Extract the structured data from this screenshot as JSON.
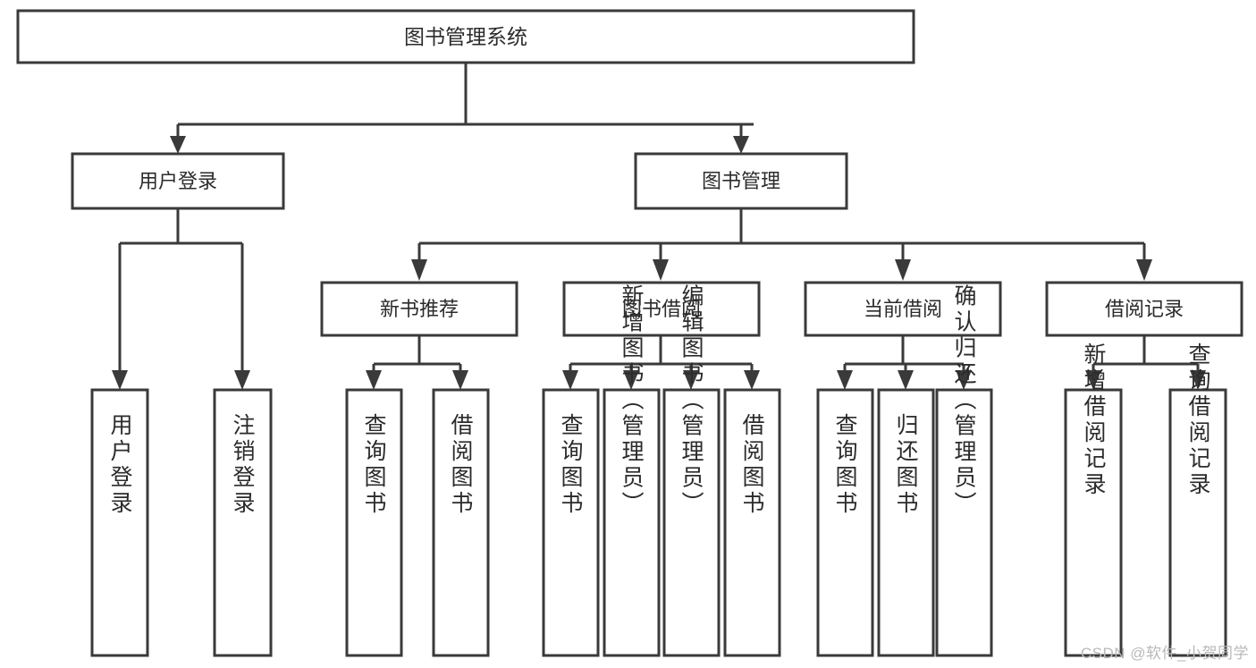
{
  "diagram": {
    "type": "tree",
    "title": "图书管理系统",
    "root": {
      "id": "root",
      "label": "图书管理系统"
    },
    "level2": [
      {
        "id": "user-login",
        "label": "用户登录"
      },
      {
        "id": "book-management",
        "label": "图书管理"
      }
    ],
    "level3": [
      {
        "id": "new-book-recommend",
        "label": "新书推荐",
        "parent": "book-management"
      },
      {
        "id": "book-borrow",
        "label": "图书借阅",
        "parent": "book-management"
      },
      {
        "id": "current-borrow",
        "label": "当前借阅",
        "parent": "book-management"
      },
      {
        "id": "borrow-record",
        "label": "借阅记录",
        "parent": "book-management"
      }
    ],
    "leaves": [
      {
        "id": "leaf-user-login",
        "label": "用户登录",
        "parent": "user-login"
      },
      {
        "id": "leaf-logout-login",
        "label": "注销登录",
        "parent": "user-login"
      },
      {
        "id": "leaf-query-book-1",
        "label": "查询图书",
        "parent": "new-book-recommend"
      },
      {
        "id": "leaf-borrow-book-1",
        "label": "借阅图书",
        "parent": "new-book-recommend"
      },
      {
        "id": "leaf-query-book-2",
        "label": "查询图书",
        "parent": "book-borrow"
      },
      {
        "id": "leaf-add-book",
        "label": "新增图书（管理员）",
        "parent": "book-borrow"
      },
      {
        "id": "leaf-edit-book",
        "label": "编辑图书（管理员）",
        "parent": "book-borrow"
      },
      {
        "id": "leaf-borrow-book-2",
        "label": "借阅图书",
        "parent": "book-borrow"
      },
      {
        "id": "leaf-query-book-3",
        "label": "查询图书",
        "parent": "current-borrow"
      },
      {
        "id": "leaf-return-book",
        "label": "归还图书",
        "parent": "current-borrow"
      },
      {
        "id": "leaf-confirm-return",
        "label": "确认归还（管理员）",
        "parent": "current-borrow"
      },
      {
        "id": "leaf-add-record",
        "label": "新增借阅记录",
        "parent": "borrow-record"
      },
      {
        "id": "leaf-query-record",
        "label": "查询借阅记录",
        "parent": "borrow-record"
      }
    ],
    "colors": {
      "box_stroke": "#3a3a3a",
      "box_fill": "#ffffff",
      "text": "#2b2b2b",
      "background": "#ffffff",
      "watermark": "#b9b9b9"
    }
  },
  "watermark": {
    "text": "CSDN @软件_小贺同学"
  }
}
